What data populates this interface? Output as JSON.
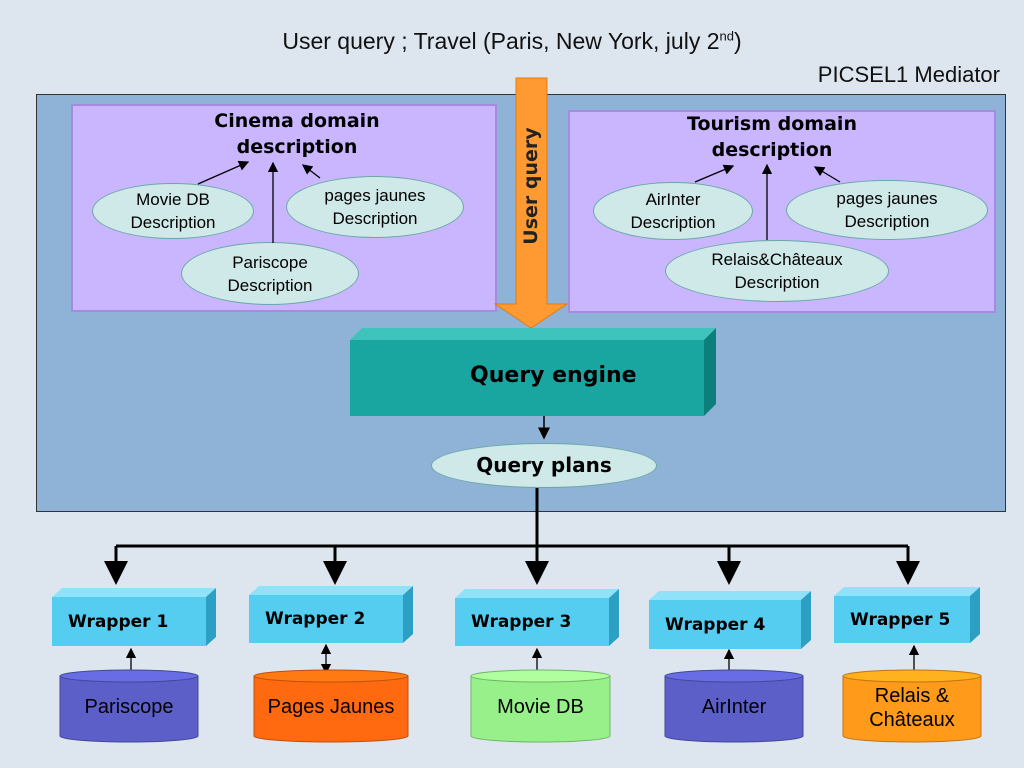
{
  "header": {
    "title_main": "User query ; Travel (Paris, New York, july 2",
    "title_sup": "nd",
    "title_end": ")"
  },
  "mediator": {
    "label": "PICSEL1 Mediator"
  },
  "cinema": {
    "title": "Cinema domain\ndescription",
    "movie_db": "Movie DB\nDescription",
    "pages_jaunes": "pages jaunes\nDescription",
    "pariscope": "Pariscope\nDescription"
  },
  "tourism": {
    "title": "Tourism domain\ndescription",
    "airinter": "AirInter\nDescription",
    "pages_jaunes": "pages jaunes\nDescription",
    "relais": "Relais&Châteaux\nDescription"
  },
  "user_query_arrow": "User query",
  "engine": {
    "label": "Query engine"
  },
  "plans": {
    "label": "Query plans"
  },
  "wrappers": [
    {
      "label": "Wrapper 1",
      "source": "Pariscope",
      "color": "#5b5fc7"
    },
    {
      "label": "Wrapper 2",
      "source": "Pages Jaunes",
      "color": "#ff6a10"
    },
    {
      "label": "Wrapper 3",
      "source": "Movie DB",
      "color": "#98f08a"
    },
    {
      "label": "Wrapper 4",
      "source": "AirInter",
      "color": "#5b5fc7"
    },
    {
      "label": "Wrapper 5",
      "source": "Relais &\nChâteaux",
      "color": "#ff9a1a"
    }
  ],
  "colors": {
    "mediator_bg": "#8eb3d6",
    "domain_bg": "#c9b6ff",
    "engine": "#1aa6a0",
    "wrapper": "#55cdf0",
    "arrow": "#ff9a33"
  }
}
